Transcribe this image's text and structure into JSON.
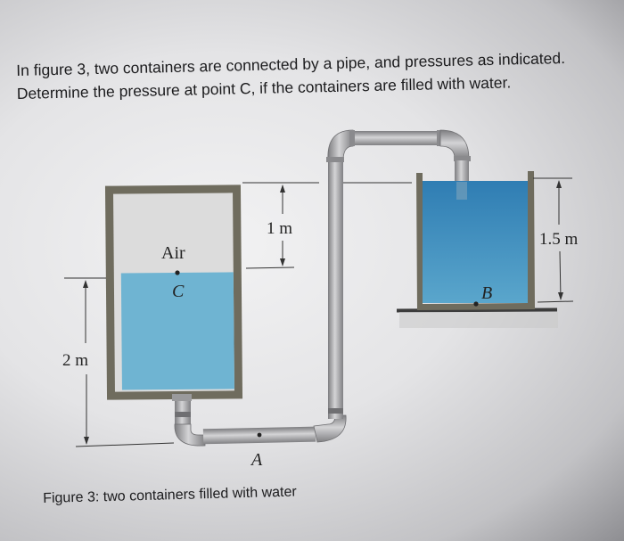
{
  "problem": {
    "line1": "In figure 3, two containers are connected by a pipe, and pressures as indicated.",
    "line2": "Determine the pressure at point C, if the containers are filled with water."
  },
  "figure": {
    "caption": "Figure 3: two containers filled with water",
    "left_tank": {
      "gas_label": "Air",
      "point_label": "C",
      "fluid": "water"
    },
    "right_tank": {
      "point_label": "B",
      "fluid": "water"
    },
    "pipe": {
      "point_label": "A"
    },
    "dimensions": {
      "air_gap": "1 m",
      "left_depth": "2 m",
      "right_depth": "1.5 m"
    },
    "colors": {
      "water_left": "#6fb4d2",
      "water_right": "#3f8fc0",
      "tank_wall": "#6f6c5e",
      "air": "#dcdcdc",
      "pipe": "#a9a9ab"
    }
  }
}
